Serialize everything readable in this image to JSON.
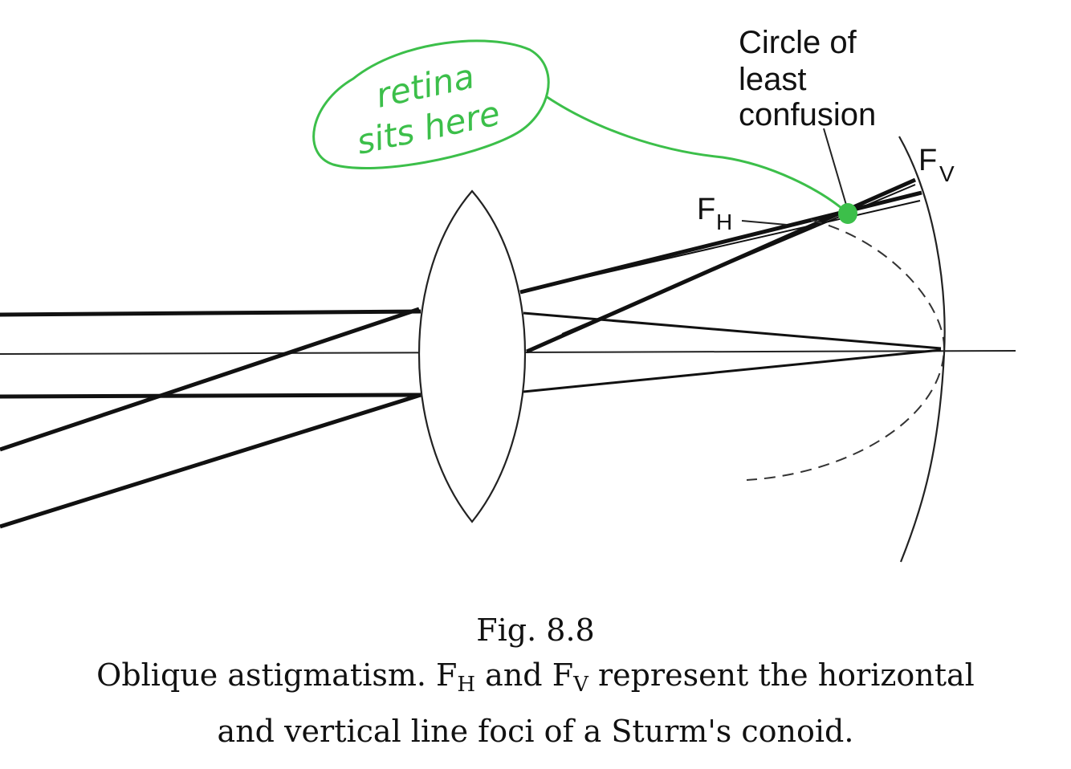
{
  "diagram": {
    "labels": {
      "circle_of_least_confusion": [
        "Circle of",
        "least",
        "confusion"
      ],
      "fh": {
        "letter": "F",
        "sub": "H"
      },
      "fv": {
        "letter": "F",
        "sub": "V"
      }
    },
    "annotation": {
      "lines": [
        "retina",
        "sits here"
      ],
      "color": "#3cbf4a"
    }
  },
  "caption": {
    "fig_number": "Fig. 8.8",
    "line1_pre": "Oblique astigmatism. F",
    "line1_sub1": "H",
    "line1_mid": " and F",
    "line1_sub2": "V",
    "line1_post": " represent the horizontal",
    "line2": "and vertical line foci of a Sturm's conoid."
  }
}
